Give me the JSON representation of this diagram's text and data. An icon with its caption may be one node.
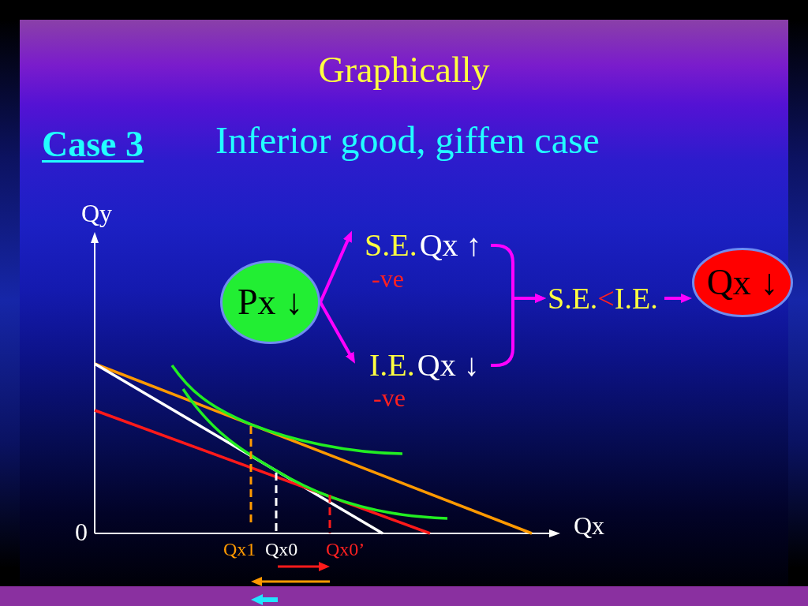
{
  "diagram": {
    "title": "Graphically",
    "nodes": [
      {
        "text": [
          "Px ↓"
        ]
      },
      {
        "text": [
          "S.E.",
          "Qx ↑"
        ],
        "beside": [
          "-ve"
        ]
      },
      {
        "text": [
          "I.E.",
          "Qx ↓"
        ],
        "beside": [
          "-ve"
        ]
      },
      {
        "text": [
          "S.E.",
          "<",
          "I.E."
        ]
      },
      {
        "text": [
          "Qx ↓"
        ]
      }
    ],
    "edges": [
      {
        "from": 0,
        "to": 1,
        "arrow": "to"
      },
      {
        "from": 0,
        "to": 2,
        "arrow": "to"
      },
      {
        "from": 1,
        "to": 3,
        "arrow": "to"
      },
      {
        "from": 2,
        "to": 3,
        "arrow": "to"
      },
      {
        "from": 3,
        "to": 4,
        "arrow": "to"
      }
    ],
    "labels": [
      "Case 3",
      "Inferior good, giffen case",
      "Qy",
      "0",
      "Qx",
      "Qx1",
      "Qx0",
      "Qx0’"
    ]
  }
}
